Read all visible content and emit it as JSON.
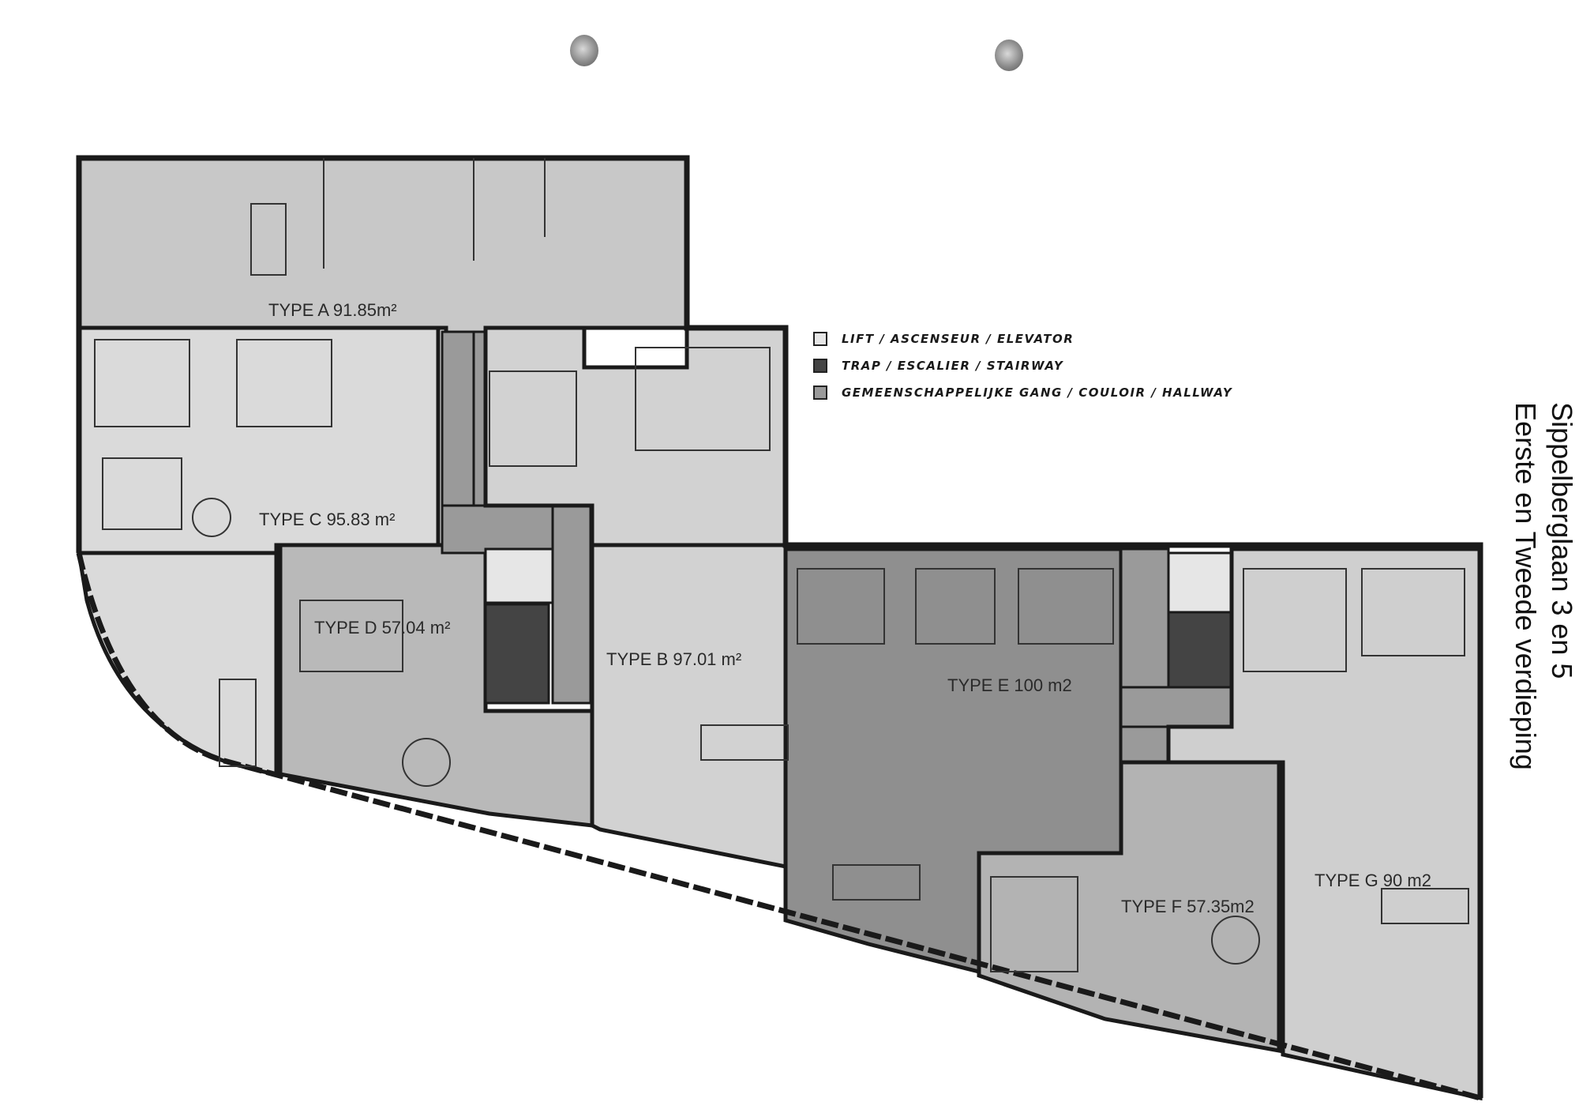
{
  "title": {
    "line1": "Sippelberglaan 3 en 5",
    "line2": "Eerste en Tweede verdieping"
  },
  "legend": [
    {
      "label": "LIFT / ASCENSEUR / ELEVATOR",
      "color": "#e6e6e6"
    },
    {
      "label": "TRAP / ESCALIER / STAIRWAY",
      "color": "#444444"
    },
    {
      "label": "GEMEENSCHAPPELIJKE GANG / COULOIR / HALLWAY",
      "color": "#9a9a9a"
    }
  ],
  "units": [
    {
      "label": "TYPE A 91.85m²",
      "fill": "#c8c8c8"
    },
    {
      "label": "TYPE C 95.83 m²",
      "fill": "#dadada"
    },
    {
      "label": "TYPE D 57.04 m²",
      "fill": "#b9b9b9"
    },
    {
      "label": "TYPE B 97.01 m²",
      "fill": "#d2d2d2"
    },
    {
      "label": "TYPE E 100 m2",
      "fill": "#8f8f8f"
    },
    {
      "label": "TYPE F 57.35m2",
      "fill": "#b3b3b3"
    },
    {
      "label": "TYPE G 90 m2",
      "fill": "#cfcfcf"
    }
  ],
  "colors": {
    "wall": "#1a1a1a",
    "hallway": "#9a9a9a",
    "stair": "#444444",
    "lift": "#e6e6e6"
  }
}
